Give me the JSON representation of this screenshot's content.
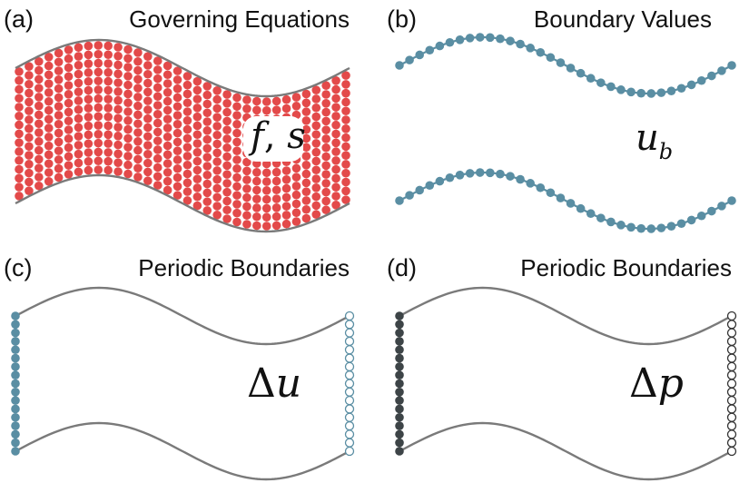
{
  "panels": [
    {
      "id": "a",
      "letter": "(a)",
      "title": "Governing Equations",
      "annotation": [
        "f",
        ", ",
        "s"
      ]
    },
    {
      "id": "b",
      "letter": "(b)",
      "title": "Boundary Values",
      "annotation": [
        "u",
        "b"
      ]
    },
    {
      "id": "c",
      "letter": "(c)",
      "title": "Periodic Boundaries",
      "annotation": [
        "Δ",
        "u"
      ]
    },
    {
      "id": "d",
      "letter": "(d)",
      "title": "Periodic Boundaries",
      "annotation": [
        "Δ",
        "p"
      ]
    }
  ],
  "colors": {
    "interior_points": "#e34a4a",
    "boundary_points": "#5a8ea3",
    "boundary_points_dark": "#3d4447",
    "wall_line": "#7a7a7a",
    "hollow_point_stroke_c": "#5a8ea3",
    "hollow_point_stroke_d": "#333333"
  }
}
